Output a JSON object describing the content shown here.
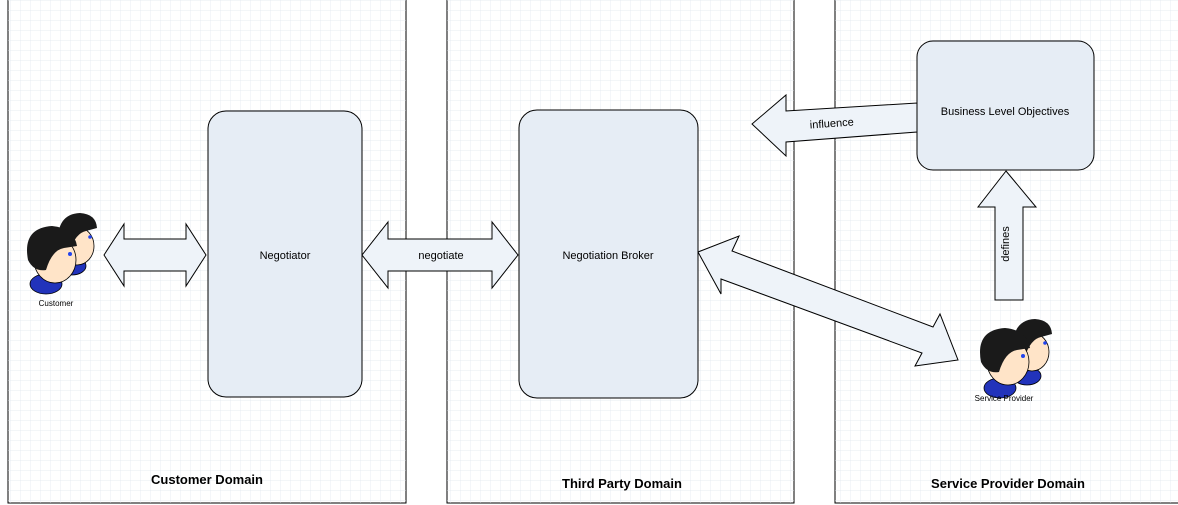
{
  "domains": {
    "customer": {
      "title": "Customer Domain"
    },
    "third_party": {
      "title": "Third Party Domain"
    },
    "service_provider": {
      "title": "Service Provider Domain"
    }
  },
  "boxes": {
    "negotiator": "Negotiator",
    "broker": "Negotiation Broker",
    "blo": "Business Level Objectives"
  },
  "arrows": {
    "negotiate": "negotiate",
    "influence": "influence",
    "defines": "defines"
  },
  "actors": {
    "customer": "Customer",
    "service_provider": "Service Provider"
  },
  "colors": {
    "panel_fill": "#ffffff",
    "grid_line": "#dfe6ee",
    "box_fill": "#e6edf5",
    "arrow_fill": "#eef3f9",
    "stroke": "#000000",
    "hair": "#1a1a1a",
    "skin": "#ffe4c8",
    "shirt": "#2233bb",
    "eye": "#2244ee"
  }
}
